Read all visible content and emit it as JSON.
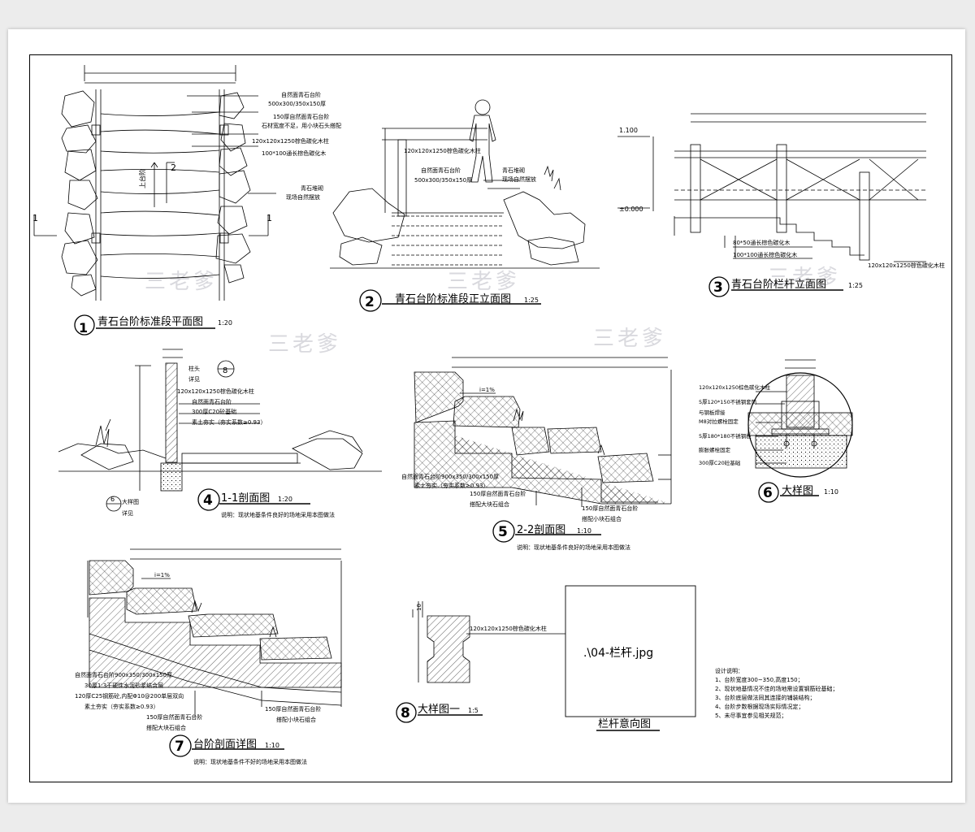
{
  "watermark": "三老爹",
  "detail1": {
    "num": "1",
    "title": "青石台阶标准段平面图",
    "scale": "1:20",
    "notes": [
      "自然面青石台阶",
      "500x300/350x150厚",
      "150厚自然面青石台阶",
      "石材宽度不足，用小块石头搭配",
      "120x120x1250棕色碳化木柱",
      "100*100通长棕色碳化木",
      "青石堆砌",
      "现场自然摆放"
    ],
    "stair_label": "上台阶",
    "cut_left": "1",
    "cut_right": "1",
    "cut_top": "2"
  },
  "detail2": {
    "num": "2",
    "title": "青石台阶标准段正立面图",
    "scale": "1:25",
    "notes": [
      "120x120x1250棕色碳化木柱",
      "自然面青石台阶",
      "500x300/350x150厚",
      "青石堆砌",
      "现场自然摆放"
    ]
  },
  "detail3": {
    "num": "3",
    "title": "青石台阶栏杆立面图",
    "scale": "1:25",
    "levels": [
      "1.100",
      "±0.000"
    ],
    "notes": [
      "80*50通长棕色碳化木",
      "100*100通长棕色碳化木",
      "120x120x1250棕色碳化木柱"
    ]
  },
  "detail4": {
    "num": "4",
    "title": "1-1剖面图",
    "scale": "1:20",
    "notes": [
      "柱头",
      "详见",
      "120x120x1250棕色碳化木柱",
      "自然面青石台阶",
      "300厚C20砼基础",
      "素土夯实（夯实系数≥0.93）",
      "大样图",
      "详见"
    ],
    "ref_top": "8",
    "ref_bottom": "6",
    "remark": "说明：现状地基条件良好的场地采用本图做法"
  },
  "detail5": {
    "num": "5",
    "title": "2-2剖面图",
    "scale": "1:10",
    "slope": "i=1%",
    "notes": [
      "自然面青石台阶900x350/300x150厚",
      "素土夯实（夯实系数≥0.93）",
      "150厚自然面青石台阶",
      "搭配大块石组合",
      "150厚自然面青石台阶",
      "搭配小块石组合"
    ],
    "remark": "说明：现状地基条件良好的场地采用本图做法"
  },
  "detail6": {
    "num": "6",
    "title": "大样图",
    "scale": "1:10",
    "notes": [
      "120x120x1250棕色碳化木柱",
      "5厚120*150不锈钢套筒",
      "与钢板焊接",
      "M8对拉螺栓固定",
      "5厚180*180不锈钢板",
      "膨胀螺栓固定",
      "300厚C20砼基础"
    ]
  },
  "detail7": {
    "num": "7",
    "title": "台阶剖面详图",
    "scale": "1:10",
    "slope": "i=1%",
    "notes": [
      "自然面青石台阶900x350/300x150厚",
      "30厚1:3干硬性水泥砂浆结合层",
      "120厚C25钢筋砼,内配Φ10@200单层双向",
      "素土夯实（夯实系数≥0.93）",
      "150厚自然面青石台阶",
      "搭配大块石组合",
      "150厚自然面青石台阶",
      "搭配小块石组合"
    ],
    "remark": "说明：现状地基条件不好的场地采用本图做法"
  },
  "detail8": {
    "num": "8",
    "title": "大样图一",
    "scale": "1:5",
    "dim": "10",
    "notes": [
      "120x120x1250棕色碳化木柱"
    ]
  },
  "railing_image": {
    "placeholder": ".\\04-栏杆.jpg",
    "title": "栏杆意向图"
  },
  "design_notes": {
    "heading": "设计说明：",
    "items": [
      "1、台阶宽度300~350,高度150；",
      "2、现状地基情况不佳的场地需设置钢筋砼基础；",
      "3、台阶底层做法同其连接的铺装结构；",
      "4、台阶步数根据现场实际情况定；",
      "5、未尽事宜参见相关规范；"
    ]
  }
}
